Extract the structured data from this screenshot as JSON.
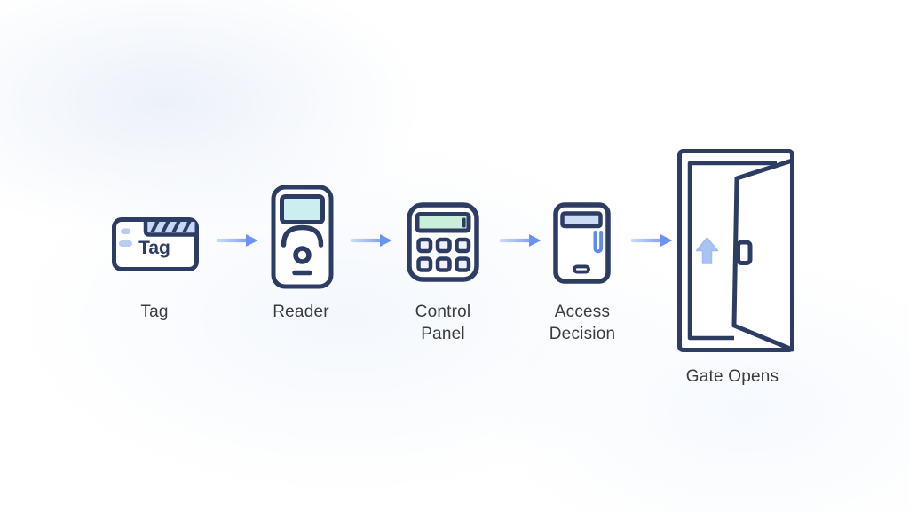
{
  "diagram": {
    "type": "flow",
    "direction": "left-to-right",
    "steps": [
      {
        "label": "Tag",
        "icon": "rfid-tag-icon"
      },
      {
        "label": "Reader",
        "icon": "rfid-reader-icon"
      },
      {
        "label": "Control Panel",
        "icon": "control-keypad-icon"
      },
      {
        "label": "Access Decision",
        "icon": "access-controller-icon"
      },
      {
        "label": "Gate Opens",
        "icon": "open-door-icon"
      }
    ],
    "tag_icon_text": "Tag",
    "connectors": [
      {
        "from": "Tag",
        "to": "Reader",
        "type": "arrow-right"
      },
      {
        "from": "Reader",
        "to": "Control Panel",
        "type": "arrow-right"
      },
      {
        "from": "Control Panel",
        "to": "Access Decision",
        "type": "arrow-right"
      },
      {
        "from": "Access Decision",
        "to": "Gate Opens",
        "type": "arrow-right"
      }
    ],
    "colors": {
      "outline_navy": "#2d3c63",
      "arrow_head_blue": "#6c93f2",
      "arrow_tail_blue": "#cfdcf9",
      "reader_screen_teal": "#cdeef0",
      "panel_display_mint": "#c9eeda",
      "access_display_periwinkle": "#ccdaf3",
      "access_slot_blue": "#5b8bf0",
      "door_arrow_blue": "#a9c4f2",
      "tag_band_blue": "#c7d7f5",
      "tag_dash_blue": "#b9cdf2",
      "key_fill": "#eef1fb",
      "label_text": "#3a3c42",
      "background": "#ffffff"
    }
  }
}
